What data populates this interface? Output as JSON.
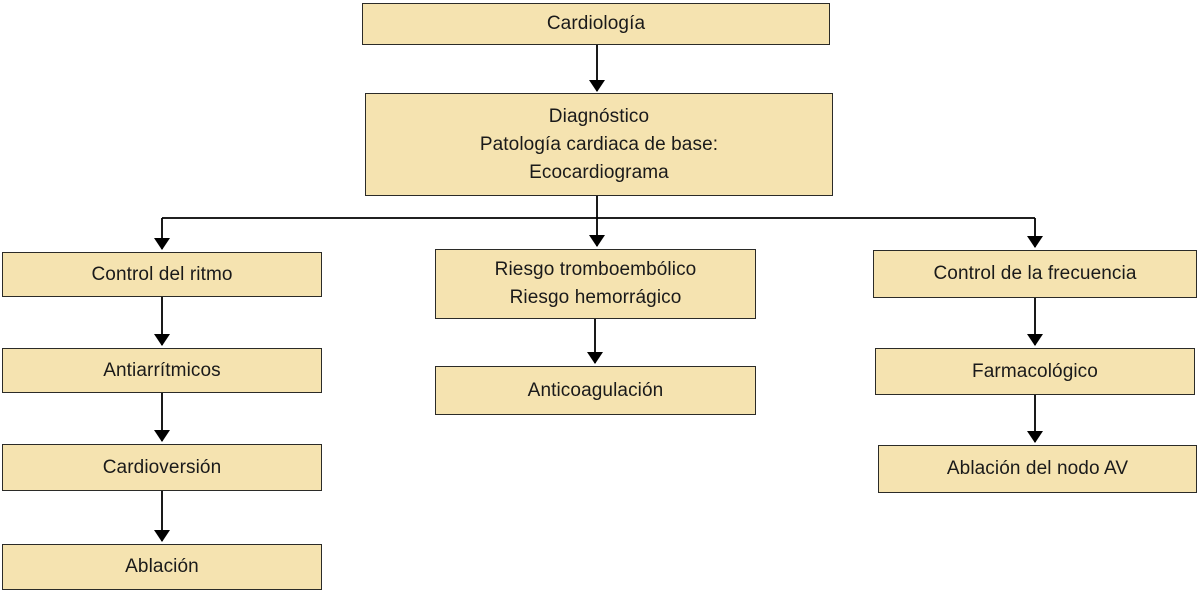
{
  "colors": {
    "background": "#FFFFFF",
    "node_fill": "#F5E3B0",
    "node_border": "#2B2B28",
    "text": "#1A1A1A",
    "arrow": "#000000"
  },
  "nodes": {
    "cardiologia": {
      "label": "Cardiología"
    },
    "diagnostico": {
      "label": "Diagnóstico\nPatología cardiaca de base:\nEcocardiograma"
    },
    "control_ritmo": {
      "label": "Control del ritmo"
    },
    "antiarritmicos": {
      "label": "Antiarrítmicos"
    },
    "cardioversion": {
      "label": "Cardioversión"
    },
    "ablacion": {
      "label": "Ablación"
    },
    "riesgo": {
      "label": "Riesgo tromboembólico\nRiesgo hemorrágico"
    },
    "anticoagulacion": {
      "label": "Anticoagulación"
    },
    "control_frecuencia": {
      "label": "Control de la frecuencia"
    },
    "farmacologico": {
      "label": "Farmacológico"
    },
    "ablacion_nodo_av": {
      "label": "Ablación del nodo AV"
    }
  },
  "edges": [
    {
      "from": "cardiologia",
      "to": "diagnostico"
    },
    {
      "from": "diagnostico",
      "to": "control_ritmo"
    },
    {
      "from": "diagnostico",
      "to": "riesgo"
    },
    {
      "from": "diagnostico",
      "to": "control_frecuencia"
    },
    {
      "from": "control_ritmo",
      "to": "antiarritmicos"
    },
    {
      "from": "antiarritmicos",
      "to": "cardioversion"
    },
    {
      "from": "cardioversion",
      "to": "ablacion"
    },
    {
      "from": "riesgo",
      "to": "anticoagulacion"
    },
    {
      "from": "control_frecuencia",
      "to": "farmacologico"
    },
    {
      "from": "farmacologico",
      "to": "ablacion_nodo_av"
    }
  ]
}
